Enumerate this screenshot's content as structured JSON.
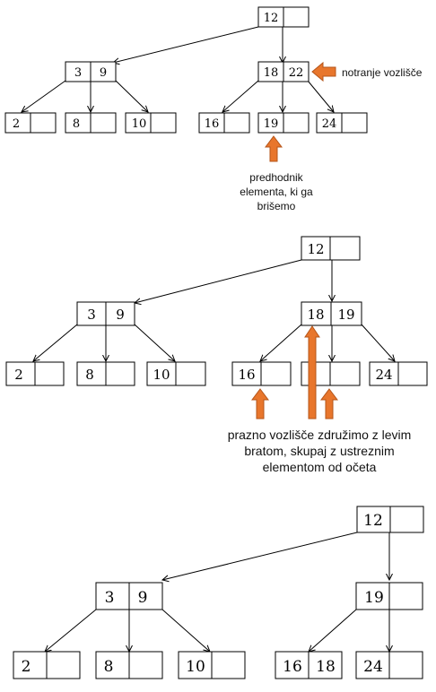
{
  "colors": {
    "accent": "#e8762c",
    "accent_stroke": "#b5551a"
  },
  "diagrams": [
    {
      "nodes": [
        {
          "keys": [
            "12",
            ""
          ]
        },
        {
          "keys": [
            "3",
            "9"
          ]
        },
        {
          "keys": [
            "18",
            "22"
          ]
        },
        {
          "keys": [
            "2",
            ""
          ]
        },
        {
          "keys": [
            "8",
            ""
          ]
        },
        {
          "keys": [
            "10",
            ""
          ]
        },
        {
          "keys": [
            "16",
            ""
          ]
        },
        {
          "keys": [
            "19",
            ""
          ]
        },
        {
          "keys": [
            "24",
            ""
          ]
        }
      ],
      "annotations": {
        "internal_node": "notranje vozlišče",
        "predecessor_line1": "predhodnik",
        "predecessor_line2": "elementa, ki ga",
        "predecessor_line3": "brišemo"
      }
    },
    {
      "nodes": [
        {
          "keys": [
            "12",
            ""
          ]
        },
        {
          "keys": [
            "3",
            "9"
          ]
        },
        {
          "keys": [
            "18",
            "19"
          ]
        },
        {
          "keys": [
            "2",
            ""
          ]
        },
        {
          "keys": [
            "8",
            ""
          ]
        },
        {
          "keys": [
            "10",
            ""
          ]
        },
        {
          "keys": [
            "16",
            ""
          ]
        },
        {
          "keys": [
            "",
            ""
          ]
        },
        {
          "keys": [
            "24",
            ""
          ]
        }
      ],
      "annotations": {
        "merge_line1": "prazno vozlišče združimo z levim",
        "merge_line2": "bratom, skupaj z ustreznim",
        "merge_line3": "elementom od očeta"
      }
    },
    {
      "nodes": [
        {
          "keys": [
            "12",
            ""
          ]
        },
        {
          "keys": [
            "3",
            "9"
          ]
        },
        {
          "keys": [
            "19",
            ""
          ]
        },
        {
          "keys": [
            "2",
            ""
          ]
        },
        {
          "keys": [
            "8",
            ""
          ]
        },
        {
          "keys": [
            "10",
            ""
          ]
        },
        {
          "keys": [
            "16",
            "18"
          ]
        },
        {
          "keys": [
            "24",
            ""
          ]
        }
      ]
    }
  ]
}
